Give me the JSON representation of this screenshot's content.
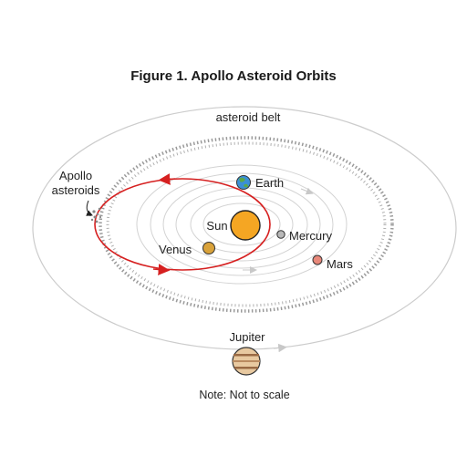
{
  "figure": {
    "title": "Figure 1. Apollo Asteroid Orbits",
    "note": "Note: Not to scale"
  },
  "labels": {
    "asteroid_belt": "asteroid belt",
    "apollo_line1": "Apollo",
    "apollo_line2": "asteroids",
    "sun": "Sun",
    "mercury": "Mercury",
    "venus": "Venus",
    "earth": "Earth",
    "mars": "Mars",
    "jupiter": "Jupiter"
  },
  "colors": {
    "sun": "#f5a623",
    "mercury": "#b8b8b8",
    "venus": "#d9a23a",
    "earth_ocean": "#3a8fd6",
    "earth_land": "#5aa84a",
    "mars": "#e8887a",
    "jupiter": "#e8c9a0",
    "jupiter_band": "#9a6a45",
    "apollo_orbit": "#d62020",
    "orbit_line": "#c8c8c8",
    "belt": "#9a9a9a"
  }
}
